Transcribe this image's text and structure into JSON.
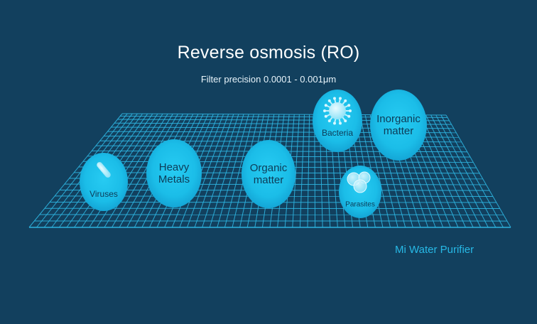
{
  "title": "Reverse osmosis (RO)",
  "subtitle": "Filter precision 0.0001 - 0.001μm",
  "brand": "Mi Water Purifier",
  "colors": {
    "background": "#12405e",
    "grid": "#2fb6e2",
    "bubble": "#1ec0ea",
    "brand_text": "#27b9e6"
  },
  "contaminants": [
    {
      "id": "viruses",
      "label": "Viruses",
      "icon": "rod-microbe-icon"
    },
    {
      "id": "heavy-metals",
      "label": "Heavy\nMetals",
      "icon": ""
    },
    {
      "id": "organic-matter",
      "label": "Organic\nmatter",
      "icon": ""
    },
    {
      "id": "bacteria",
      "label": "Bacteria",
      "icon": "spiky-cell-icon"
    },
    {
      "id": "inorganic-matter",
      "label": "Inorganic\nmatter",
      "icon": ""
    },
    {
      "id": "parasites",
      "label": "Parasites",
      "icon": "cell-cluster-icon"
    }
  ]
}
